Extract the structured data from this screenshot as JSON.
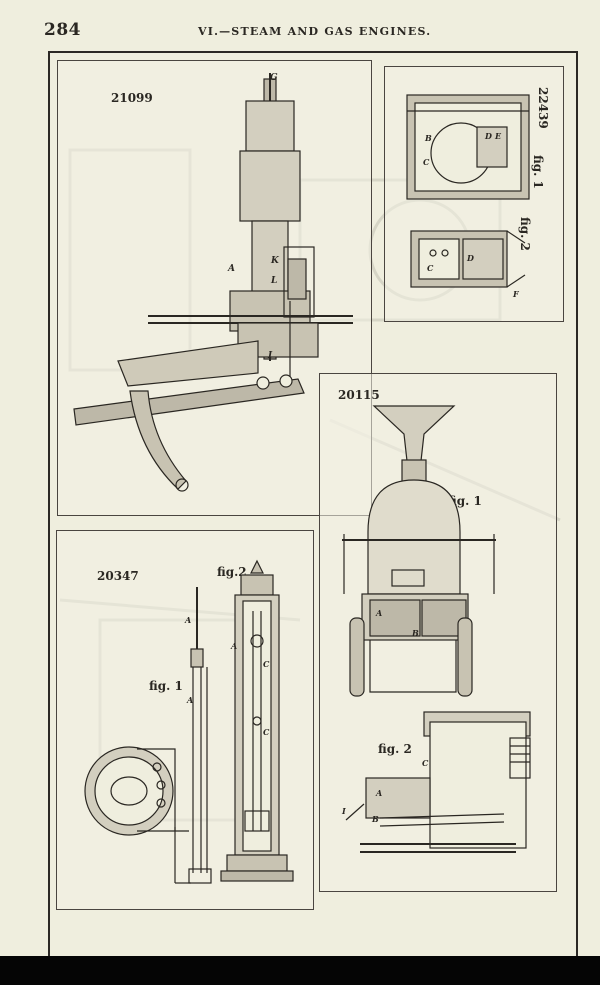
{
  "header": {
    "page_number": "284",
    "running_head": "VI.—STEAM AND GAS ENGINES."
  },
  "panels": {
    "p21099": {
      "number": "21099",
      "labels": [
        "G",
        "A",
        "K",
        "L",
        "I"
      ]
    },
    "p22439": {
      "number": "22439",
      "fig1": "fig. 1",
      "fig2": "fig. 2",
      "labels": [
        "B",
        "C",
        "D",
        "E",
        "C",
        "D",
        "F"
      ]
    },
    "p20115": {
      "number": "20115",
      "fig1": "fig. 1",
      "fig2": "fig. 2",
      "labels": [
        "A",
        "B",
        "C",
        "A",
        "B",
        "I"
      ]
    },
    "p20347": {
      "number": "20347",
      "fig1": "fig. 1",
      "fig2": "fig.2",
      "labels": [
        "A",
        "A",
        "A",
        "C",
        "C"
      ]
    }
  },
  "colors": {
    "paper": "#efeede",
    "ink": "#2a2722",
    "rule": "#2b2824",
    "bottom_band": "#050505"
  }
}
